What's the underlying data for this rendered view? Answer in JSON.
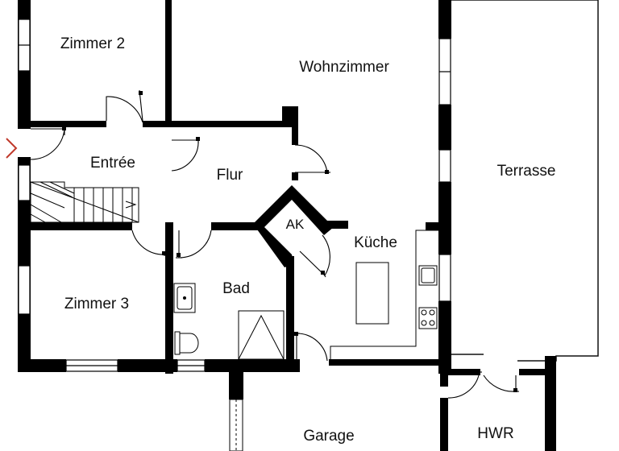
{
  "floor_plan": {
    "rooms": [
      {
        "id": "zimmer-2",
        "label": "Zimmer 2"
      },
      {
        "id": "wohnzimmer",
        "label": "Wohnzimmer"
      },
      {
        "id": "entree",
        "label": "Entrée"
      },
      {
        "id": "flur",
        "label": "Flur"
      },
      {
        "id": "terrasse",
        "label": "Terrasse"
      },
      {
        "id": "ak",
        "label": "AK"
      },
      {
        "id": "kueche",
        "label": "Küche"
      },
      {
        "id": "zimmer-3",
        "label": "Zimmer 3"
      },
      {
        "id": "bad",
        "label": "Bad"
      },
      {
        "id": "garage",
        "label": "Garage"
      },
      {
        "id": "hwr",
        "label": "HWR"
      }
    ],
    "entrance_marker_color": "#c0392b",
    "wall_color": "#000000",
    "icons": [
      "entrance-arrow-icon",
      "door-swing-icon",
      "window-icon",
      "staircase-icon",
      "sink-icon",
      "toilet-icon",
      "shower-icon",
      "stove-icon",
      "kitchen-island-icon"
    ]
  }
}
